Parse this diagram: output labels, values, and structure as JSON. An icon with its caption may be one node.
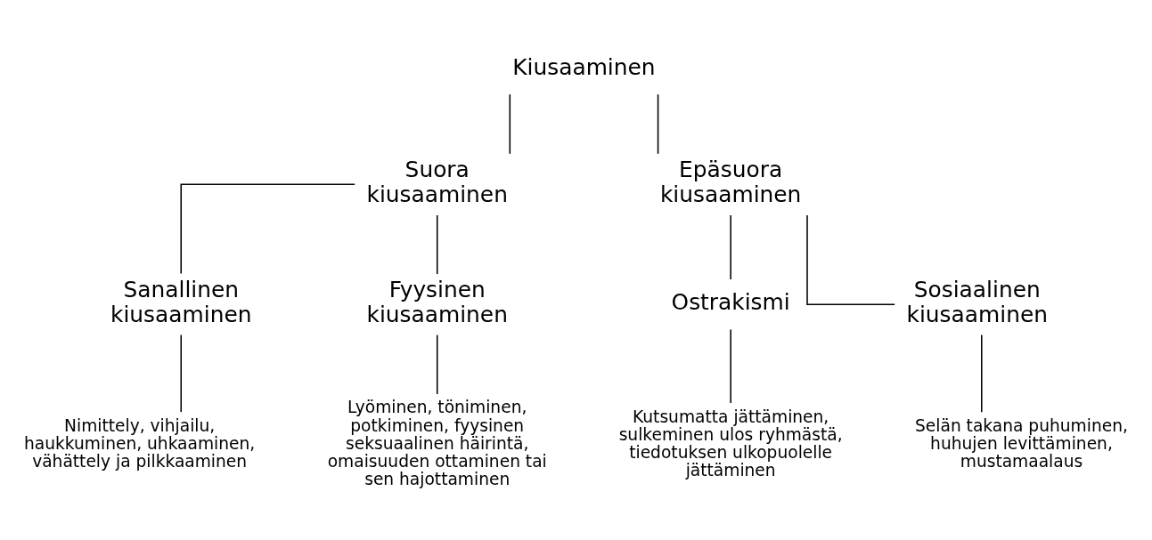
{
  "diagram": {
    "nodes": [
      {
        "text": [
          "Kiusaaminen"
        ]
      },
      {
        "text": [
          "Suora kiusaaminen"
        ]
      },
      {
        "text": [
          "Epäsuora kiusaaminen"
        ]
      },
      {
        "text": [
          "Sanallinen kiusaaminen"
        ]
      },
      {
        "text": [
          "Fyysinen kiusaaminen"
        ]
      },
      {
        "text": [
          "Ostrakismi"
        ]
      },
      {
        "text": [
          "Sosiaalinen kiusaaminen"
        ]
      },
      {
        "text": [
          "Nimittely, vihjailu, haukkuminen, uhkaaminen, vähättely ja pilkkaaminen"
        ]
      },
      {
        "text": [
          "Lyöminen, töniminen, potkiminen, fyysinen seksuaalinen häirintä, omaisuuden ottaminen tai sen hajottaminen"
        ]
      },
      {
        "text": [
          "Kutsumatta jättäminen, sulkeminen ulos ryhmästä, tiedotuksen ulkopuolelle jättäminen"
        ]
      },
      {
        "text": [
          "Selän takana puhuminen, huhujen levittäminen, mustamaalaus"
        ]
      }
    ],
    "edges": [
      {
        "from": 0,
        "to": 1,
        "arrow": "none"
      },
      {
        "from": 0,
        "to": 2,
        "arrow": "none"
      },
      {
        "from": 1,
        "to": 3,
        "arrow": "none"
      },
      {
        "from": 1,
        "to": 4,
        "arrow": "none"
      },
      {
        "from": 2,
        "to": 5,
        "arrow": "none"
      },
      {
        "from": 2,
        "to": 6,
        "arrow": "none"
      },
      {
        "from": 3,
        "to": 7,
        "arrow": "none"
      },
      {
        "from": 4,
        "to": 8,
        "arrow": "none"
      },
      {
        "from": 5,
        "to": 9,
        "arrow": "none"
      },
      {
        "from": 6,
        "to": 10,
        "arrow": "none"
      }
    ]
  }
}
